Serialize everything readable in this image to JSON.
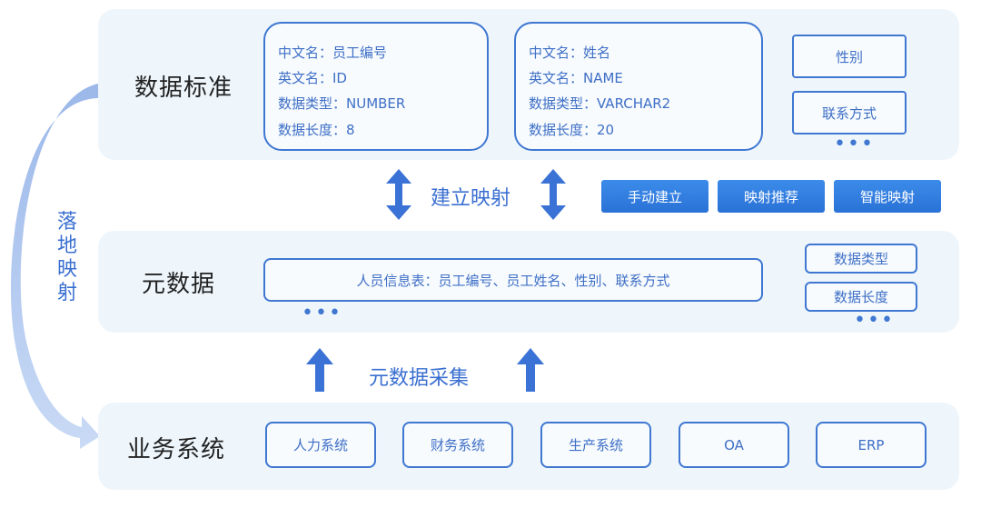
{
  "standard": {
    "title": "数据标准",
    "card1": [
      "中文名：员工编号",
      "英文名：ID",
      "数据类型：NUMBER",
      "数据长度：8"
    ],
    "card2": [
      "中文名：姓名",
      "英文名：NAME",
      "数据类型：VARCHAR2",
      "数据长度：20"
    ],
    "tags": [
      "性别",
      "联系方式"
    ],
    "more": "•••"
  },
  "mapping": {
    "label": "建立映射",
    "buttons": [
      "手动建立",
      "映射推荐",
      "智能映射"
    ]
  },
  "metadata": {
    "title": "元数据",
    "table": "人员信息表：员工编号、员工姓名、性别、联系方式",
    "more": "•••",
    "tags": [
      "数据类型",
      "数据长度"
    ],
    "tags_more": "•••"
  },
  "collect": {
    "label": "元数据采集"
  },
  "business": {
    "title": "业务系统",
    "systems": [
      "人力系统",
      "财务系统",
      "生产系统",
      "OA",
      "ERP"
    ]
  },
  "side": {
    "label": "落地映射"
  }
}
